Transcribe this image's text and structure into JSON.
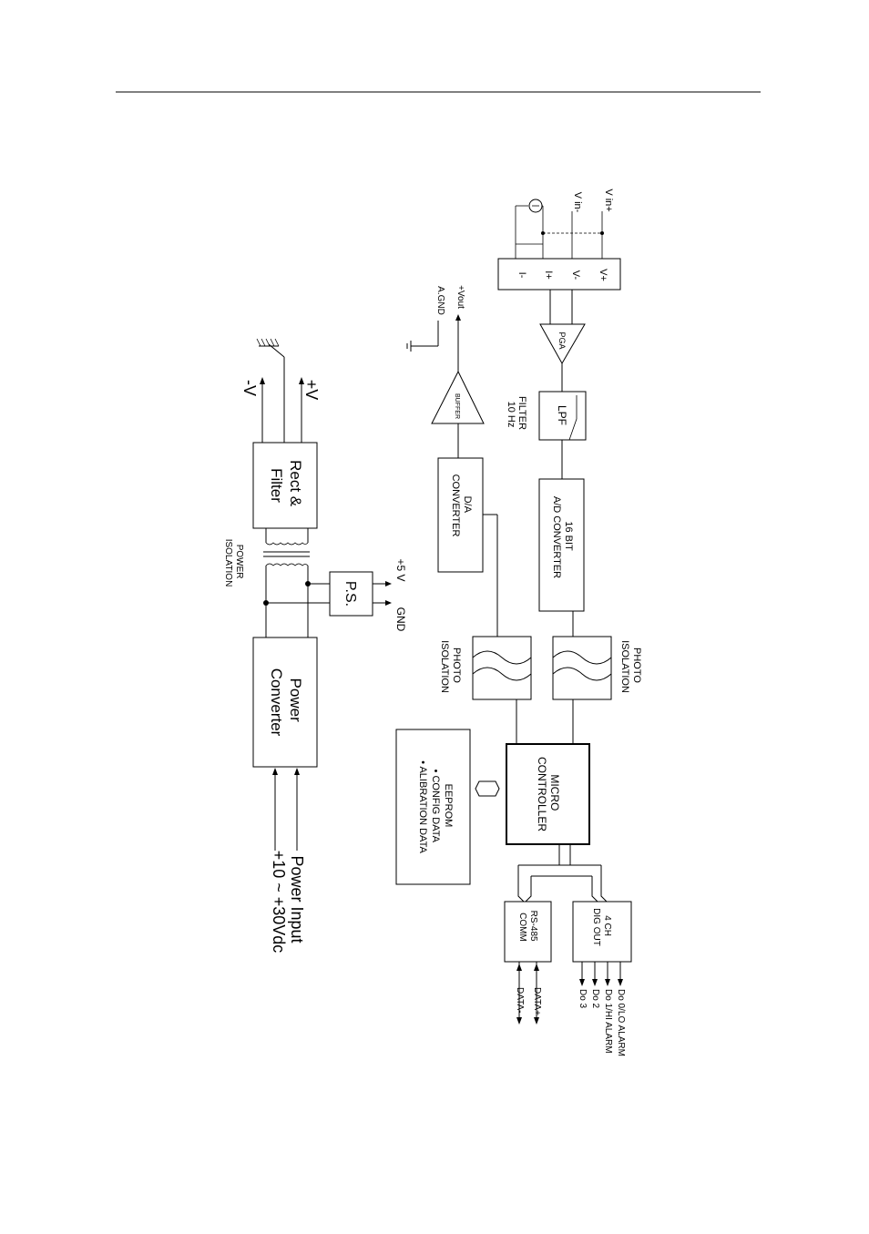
{
  "blocks": {
    "rect_filter": [
      "Rect &",
      "Filter"
    ],
    "power_converter": [
      "Power",
      "Converter"
    ],
    "ps": "P.S.",
    "power_isolation": [
      "POWER",
      "ISOLATION"
    ],
    "power_input": [
      "Power Input",
      "+10 ~ +30Vdc"
    ],
    "plus_v": "+V",
    "minus_v": "-V",
    "plus_5v": "+5 V",
    "gnd": "GND",
    "pga": "PGA",
    "lpf": "LPF",
    "filter": [
      "FILTER",
      "10 Hz"
    ],
    "adc": [
      "16 BIT",
      "A/D CONVERTER"
    ],
    "dac": [
      "D/A",
      "CONVERTER"
    ],
    "buffer": "BUFFER",
    "vout": "+Vout",
    "agnd": "A.GND",
    "photo_isolation": [
      "PHOTO",
      "ISOLATION"
    ],
    "micro": [
      "MICRO",
      "CONTROLLER"
    ],
    "eeprom": [
      "EEPROM",
      "• CONFIG DATA",
      "• ALIBRATION DATA"
    ],
    "rs485": [
      "RS-485",
      "COMM"
    ],
    "dig_out": [
      "4 CH",
      "DIG OUT"
    ],
    "data_plus": "DATA+",
    "data_minus": "DATA-",
    "do_outputs": [
      "Do 0/LO ALARM",
      "Do 1/HI ALARM",
      "Do 2",
      "Do 3"
    ],
    "terminals": [
      "I-",
      "I+",
      "V-",
      "V+"
    ],
    "vin_minus": "V in-",
    "vin_plus": "V in+"
  }
}
